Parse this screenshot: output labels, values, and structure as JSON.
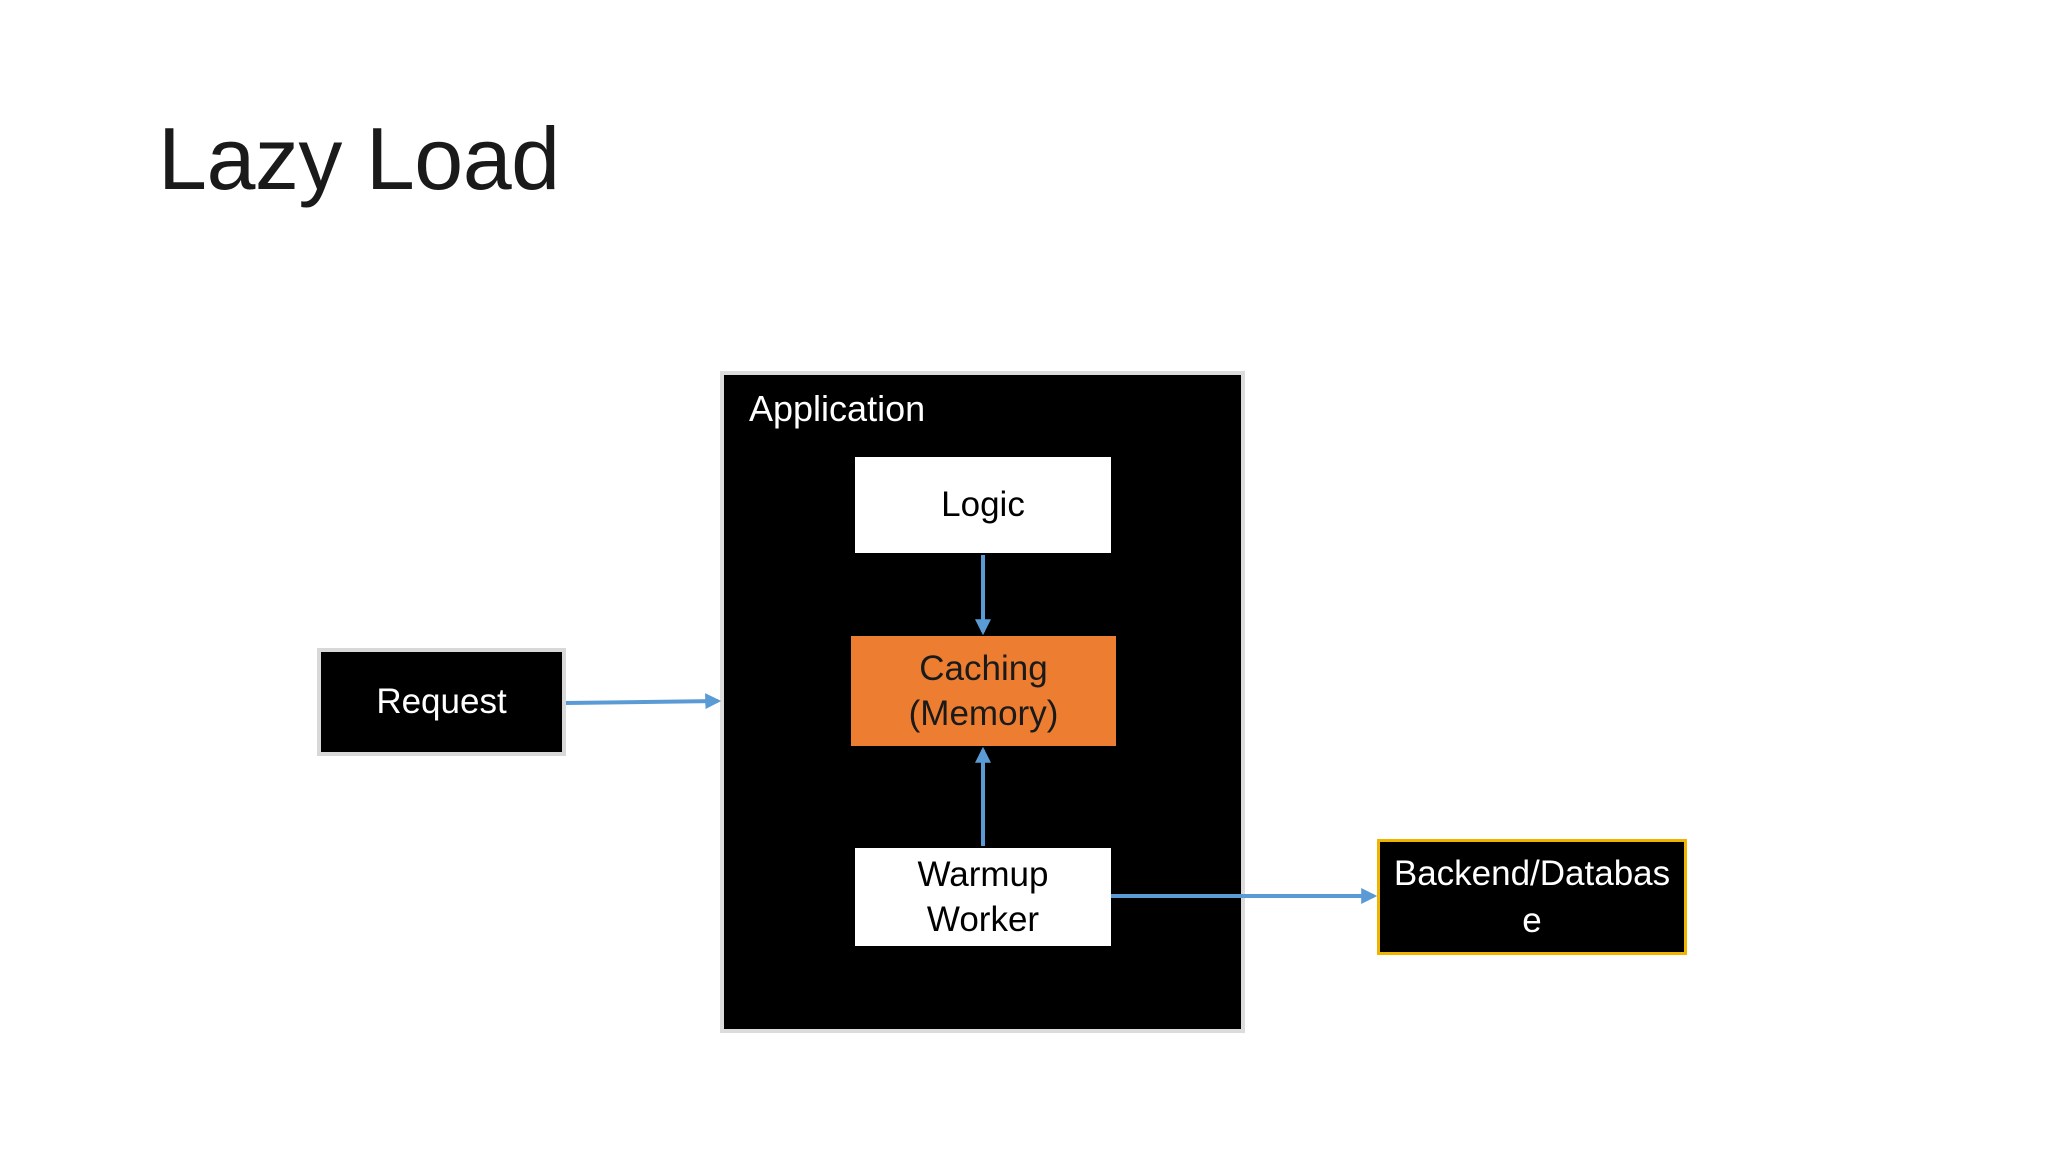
{
  "slide": {
    "title": "Lazy Load"
  },
  "diagram": {
    "request_label": "Request",
    "application_label": "Application",
    "logic_label": "Logic",
    "caching_line1": "Caching",
    "caching_line2": "(Memory)",
    "warmup_line1": "Warmup",
    "warmup_line2": "Worker",
    "backend_line1": "Backend/Databas",
    "backend_line2": "e"
  },
  "colors": {
    "background": "#ffffff",
    "box_dark": "#000000",
    "caching_fill": "#ed7d31",
    "arrow": "#5b9bd5",
    "backend_border": "#f0b400"
  },
  "arrows": [
    {
      "from": "request",
      "to": "application"
    },
    {
      "from": "logic",
      "to": "caching"
    },
    {
      "from": "warmup_worker",
      "to": "caching"
    },
    {
      "from": "warmup_worker",
      "to": "backend_database"
    }
  ]
}
